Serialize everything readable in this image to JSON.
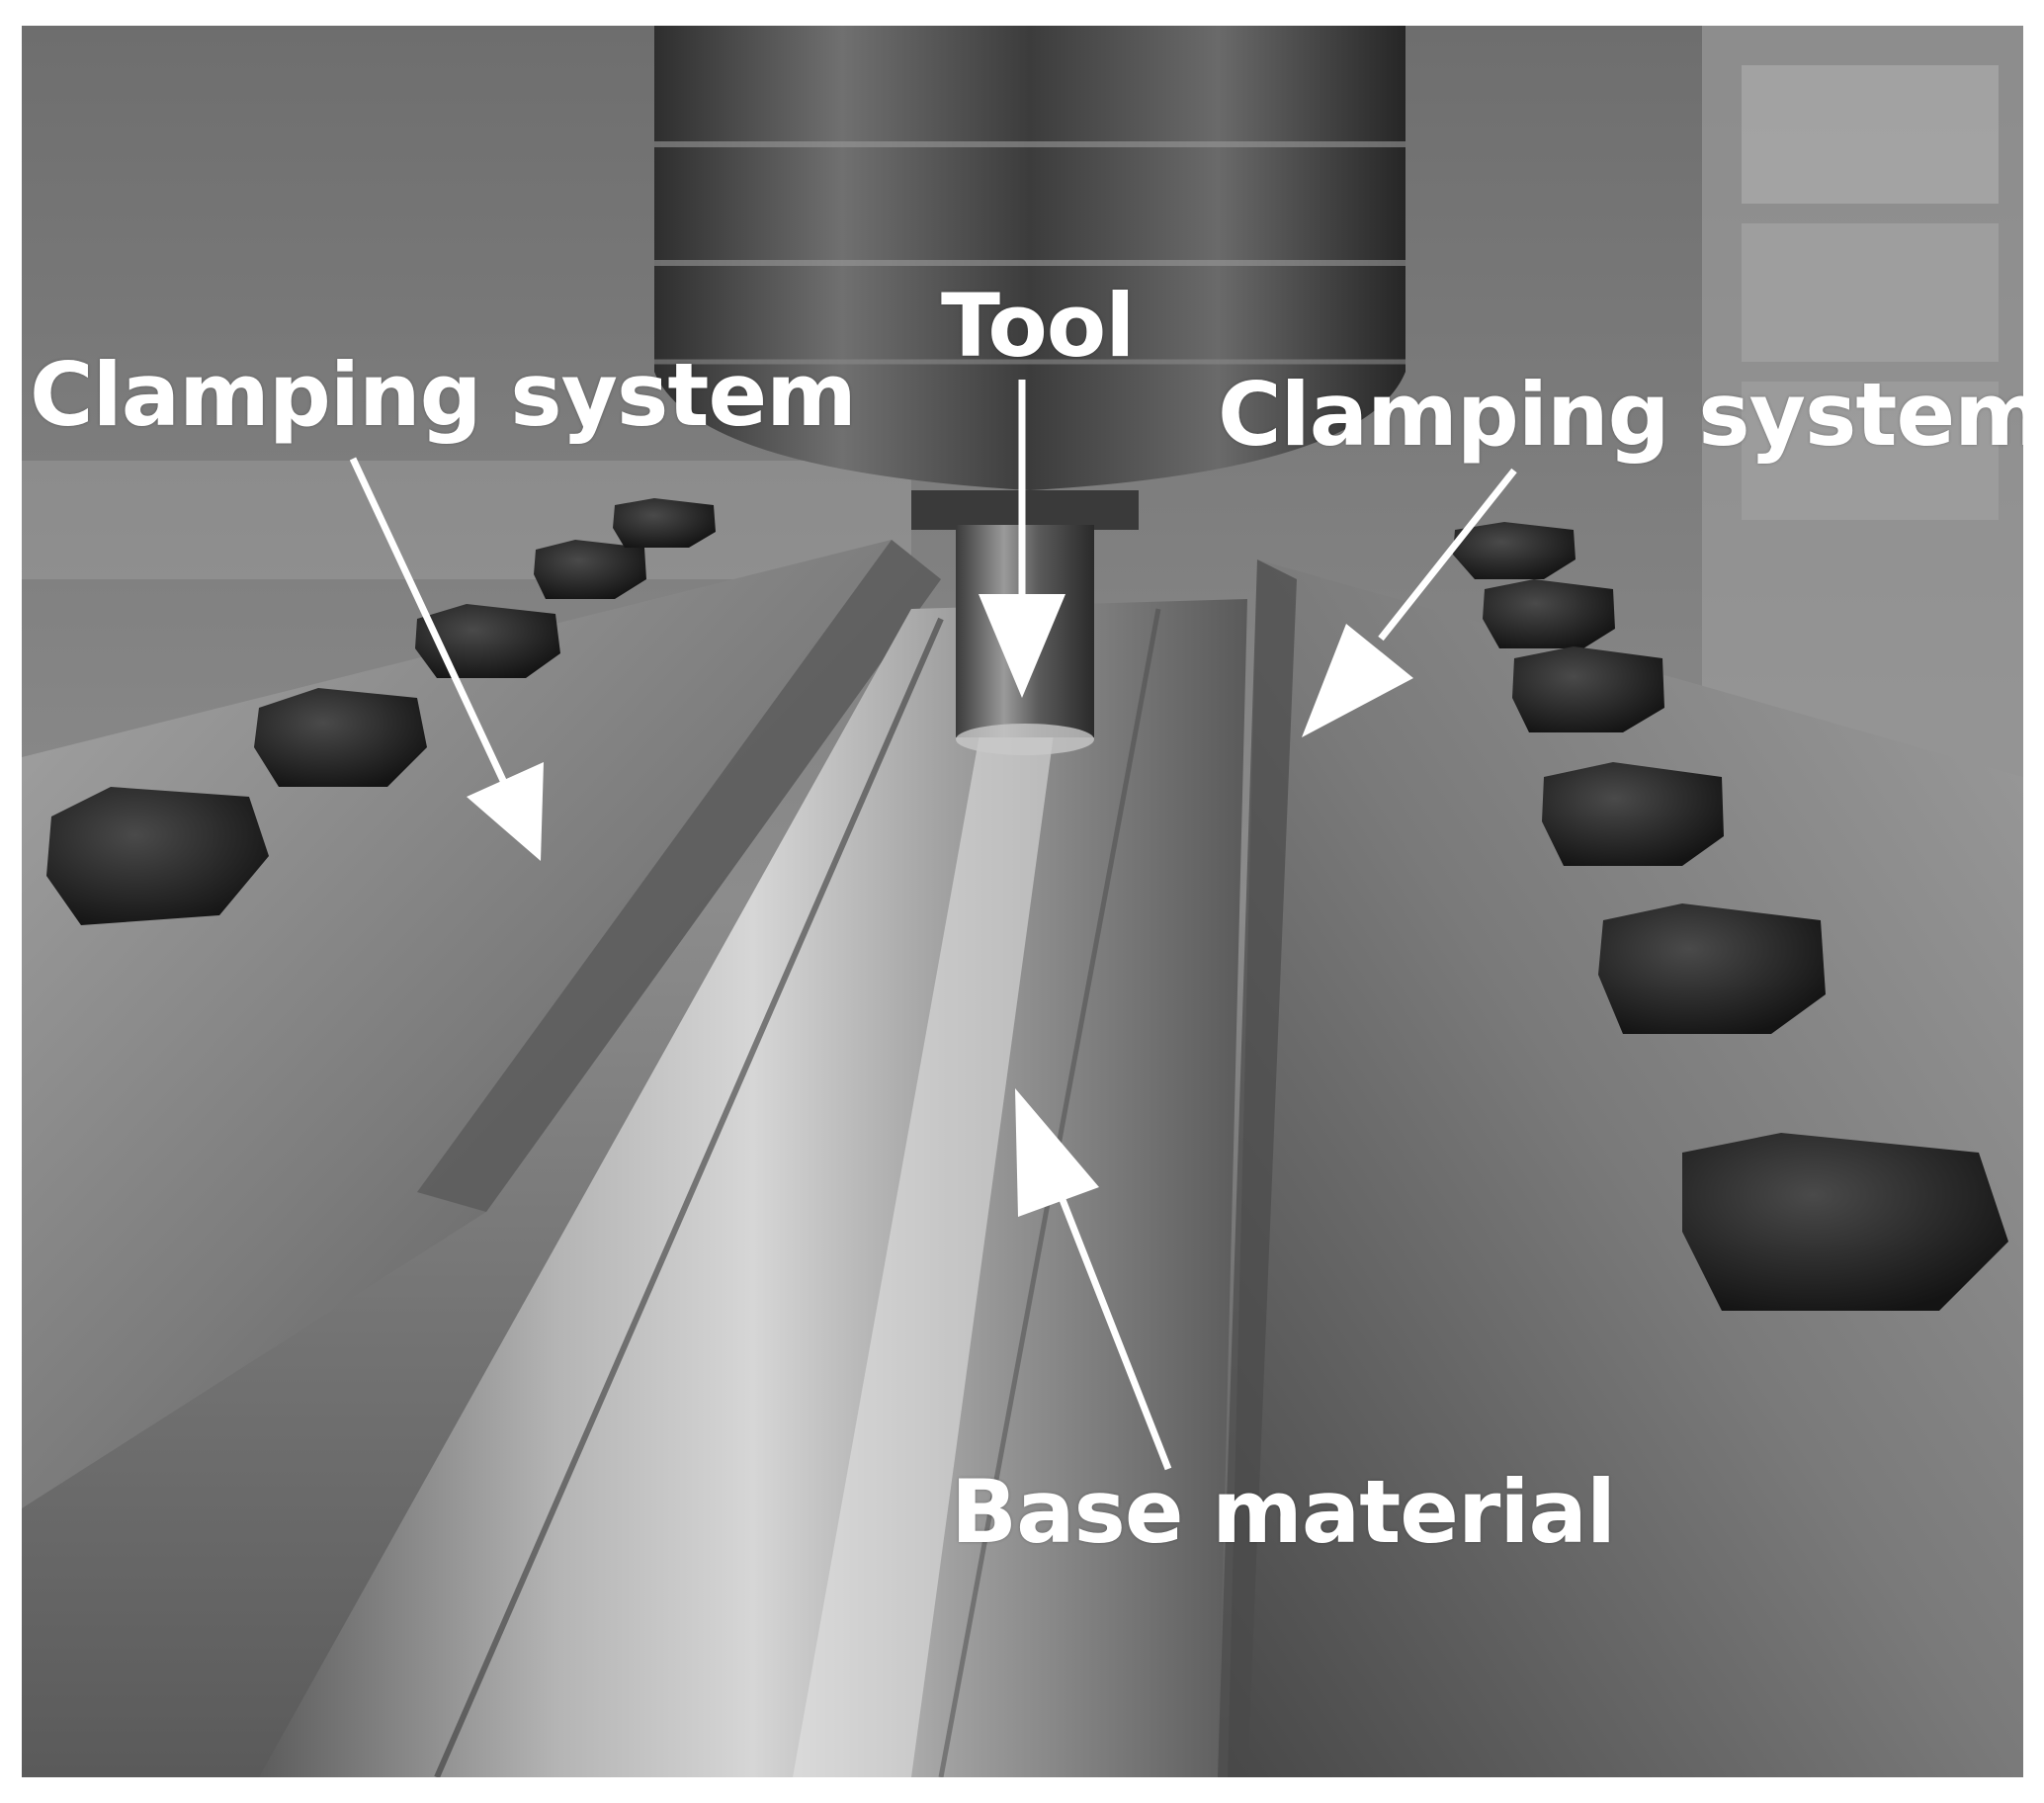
{
  "figure": {
    "labels": {
      "clamping_left": "Clamping system",
      "clamping_right": "Clamping system",
      "tool": "Tool",
      "base_material": "Base material"
    },
    "colors": {
      "frame_background": "#ffffff",
      "label_and_arrow": "#ffffff",
      "photo_tone": "grayscale"
    },
    "icons": {
      "arrows": "white-annotation-arrow"
    }
  }
}
